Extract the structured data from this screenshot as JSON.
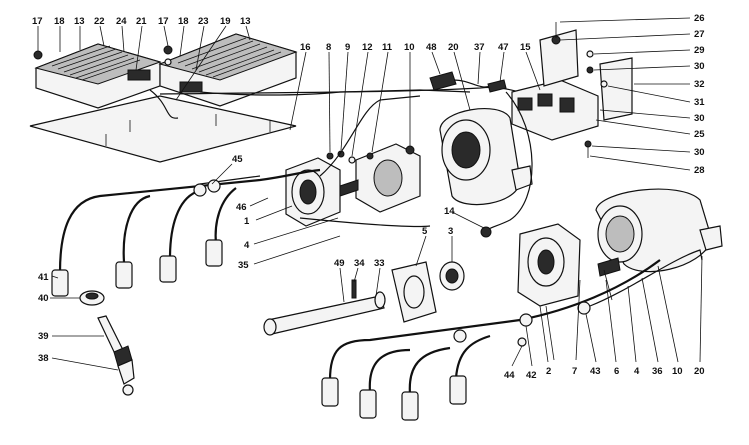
{
  "callouts": [
    {
      "id": "c1",
      "label": "17"
    },
    {
      "id": "c2",
      "label": "18"
    },
    {
      "id": "c3",
      "label": "13"
    },
    {
      "id": "c4",
      "label": "22"
    },
    {
      "id": "c5",
      "label": "24"
    },
    {
      "id": "c6",
      "label": "21"
    },
    {
      "id": "c7",
      "label": "17"
    },
    {
      "id": "c8",
      "label": "18"
    },
    {
      "id": "c9",
      "label": "23"
    },
    {
      "id": "c10",
      "label": "19"
    },
    {
      "id": "c11",
      "label": "13"
    },
    {
      "id": "c12",
      "label": "16"
    },
    {
      "id": "c13",
      "label": "8"
    },
    {
      "id": "c14",
      "label": "9"
    },
    {
      "id": "c15",
      "label": "12"
    },
    {
      "id": "c16",
      "label": "11"
    },
    {
      "id": "c17",
      "label": "10"
    },
    {
      "id": "c18",
      "label": "48"
    },
    {
      "id": "c19",
      "label": "20"
    },
    {
      "id": "c20",
      "label": "37"
    },
    {
      "id": "c21",
      "label": "47"
    },
    {
      "id": "c22",
      "label": "15"
    },
    {
      "id": "c23",
      "label": "26"
    },
    {
      "id": "c24",
      "label": "27"
    },
    {
      "id": "c25",
      "label": "29"
    },
    {
      "id": "c26",
      "label": "30"
    },
    {
      "id": "c27",
      "label": "32"
    },
    {
      "id": "c28",
      "label": "31"
    },
    {
      "id": "c29",
      "label": "30"
    },
    {
      "id": "c30",
      "label": "25"
    },
    {
      "id": "c31",
      "label": "30"
    },
    {
      "id": "c32",
      "label": "28"
    },
    {
      "id": "c33",
      "label": "45"
    },
    {
      "id": "c34",
      "label": "46"
    },
    {
      "id": "c35",
      "label": "1"
    },
    {
      "id": "c36",
      "label": "4"
    },
    {
      "id": "c37",
      "label": "35"
    },
    {
      "id": "c38",
      "label": "14"
    },
    {
      "id": "c39",
      "label": "5"
    },
    {
      "id": "c40",
      "label": "3"
    },
    {
      "id": "c41",
      "label": "41"
    },
    {
      "id": "c42",
      "label": "49"
    },
    {
      "id": "c43",
      "label": "34"
    },
    {
      "id": "c44",
      "label": "33"
    },
    {
      "id": "c45",
      "label": "40"
    },
    {
      "id": "c46",
      "label": "39"
    },
    {
      "id": "c47",
      "label": "38"
    },
    {
      "id": "c48",
      "label": "44"
    },
    {
      "id": "c49",
      "label": "42"
    },
    {
      "id": "c50",
      "label": "7"
    },
    {
      "id": "c51",
      "label": "43"
    },
    {
      "id": "c52",
      "label": "6"
    },
    {
      "id": "c53",
      "label": "4"
    },
    {
      "id": "c54",
      "label": "36"
    },
    {
      "id": "c55",
      "label": "10"
    },
    {
      "id": "c56",
      "label": "20"
    },
    {
      "id": "c57",
      "label": "2"
    }
  ]
}
